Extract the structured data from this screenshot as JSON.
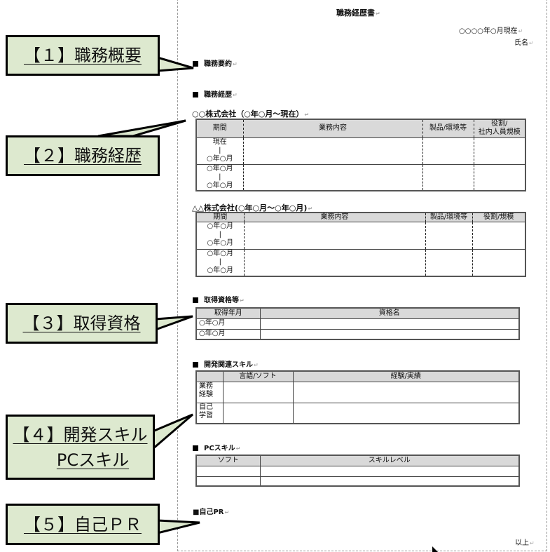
{
  "document": {
    "title": "職務経歴書",
    "date": "○○○○年○月現在",
    "name_label": "氏名",
    "sections": {
      "summary": "職務要約",
      "history": "職務経歴",
      "qualifications": "取得資格等",
      "dev_skills": "開発関連スキル",
      "pc_skills": "PCスキル",
      "self_pr": "■自己PR"
    },
    "company1": {
      "heading": "○○株式会社（○年○月～現在）",
      "headers": [
        "期間",
        "業務内容",
        "製品/環境等",
        "役割/",
        "社内人員規模"
      ],
      "rows": [
        [
          "現在",
          "|",
          "○年○月"
        ],
        [
          "○年○月",
          "|",
          "○年○月"
        ]
      ]
    },
    "company2": {
      "heading": "△△株式会社(○年○月～○年○月)",
      "headers": [
        "期間",
        "業務内容",
        "製品/環境等",
        "役割/規模"
      ],
      "rows": [
        [
          "○年○月",
          "|",
          "○年○月"
        ],
        [
          "○年○月",
          "|",
          "○年○月"
        ]
      ]
    },
    "qual_table": {
      "headers": [
        "取得年月",
        "資格名"
      ],
      "rows": [
        "○年○月",
        "○年○月"
      ]
    },
    "dev_table": {
      "headers": [
        "言語/ソフト",
        "経験/実績"
      ],
      "rows": [
        [
          "業務",
          "経験"
        ],
        [
          "自己",
          "学習"
        ]
      ]
    },
    "pc_table": {
      "headers": [
        "ソフト",
        "スキルレベル"
      ]
    },
    "end": "以上"
  },
  "callouts": [
    {
      "label": "【１】職務概要"
    },
    {
      "label": "【２】職務経歴"
    },
    {
      "label": "【３】取得資格"
    },
    {
      "label": "【４】開発スキル",
      "label2": "PCスキル"
    },
    {
      "label": "【５】自己ＰＲ"
    }
  ],
  "colors": {
    "callout_fill": "#dde9cf",
    "table_header": "#d9d9d9"
  }
}
